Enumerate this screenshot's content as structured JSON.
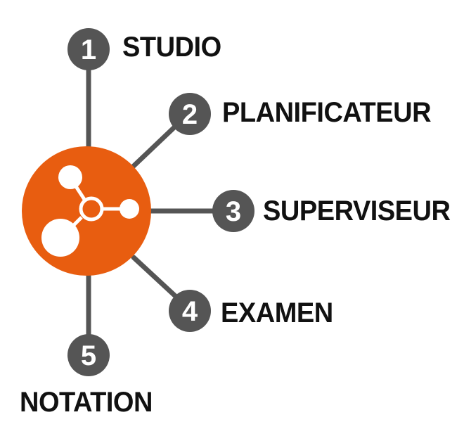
{
  "colors": {
    "hub": "#e85d10",
    "node": "#555555",
    "connector": "#555555",
    "number": "#ffffff",
    "label": "#111111",
    "hub_icon": "#ffffff"
  },
  "hub": {
    "icon": "share-network-icon"
  },
  "items": [
    {
      "number": "1",
      "label": "STUDIO"
    },
    {
      "number": "2",
      "label": "PLANIFICATEUR"
    },
    {
      "number": "3",
      "label": "SUPERVISEUR"
    },
    {
      "number": "4",
      "label": "EXAMEN"
    },
    {
      "number": "5",
      "label": "NOTATION"
    }
  ]
}
